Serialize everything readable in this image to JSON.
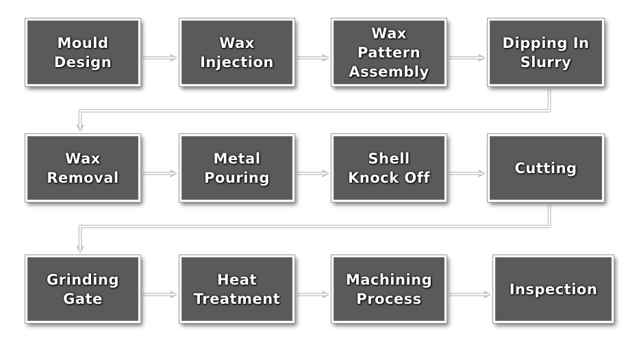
{
  "flowchart": {
    "steps": [
      {
        "id": "mould-design",
        "label": "Mould\nDesign"
      },
      {
        "id": "wax-injection",
        "label": "Wax\nInjection"
      },
      {
        "id": "wax-pattern-assembly",
        "label": "Wax\nPattern\nAssembly"
      },
      {
        "id": "dipping-in-slurry",
        "label": "Dipping In\nSlurry"
      },
      {
        "id": "wax-removal",
        "label": "Wax\nRemoval"
      },
      {
        "id": "metal-pouring",
        "label": "Metal\nPouring"
      },
      {
        "id": "shell-knock-off",
        "label": "Shell\nKnock Off"
      },
      {
        "id": "cutting",
        "label": "Cutting"
      },
      {
        "id": "grinding-gate",
        "label": "Grinding\nGate"
      },
      {
        "id": "heat-treatment",
        "label": "Heat\nTreatment"
      },
      {
        "id": "machining-process",
        "label": "Machining\nProcess"
      },
      {
        "id": "inspection",
        "label": "Inspection"
      }
    ],
    "colors": {
      "box_fill": "#5a5a5a",
      "box_border": "#ffffff",
      "connector": "#c8c8c8",
      "text": "#ffffff"
    }
  }
}
